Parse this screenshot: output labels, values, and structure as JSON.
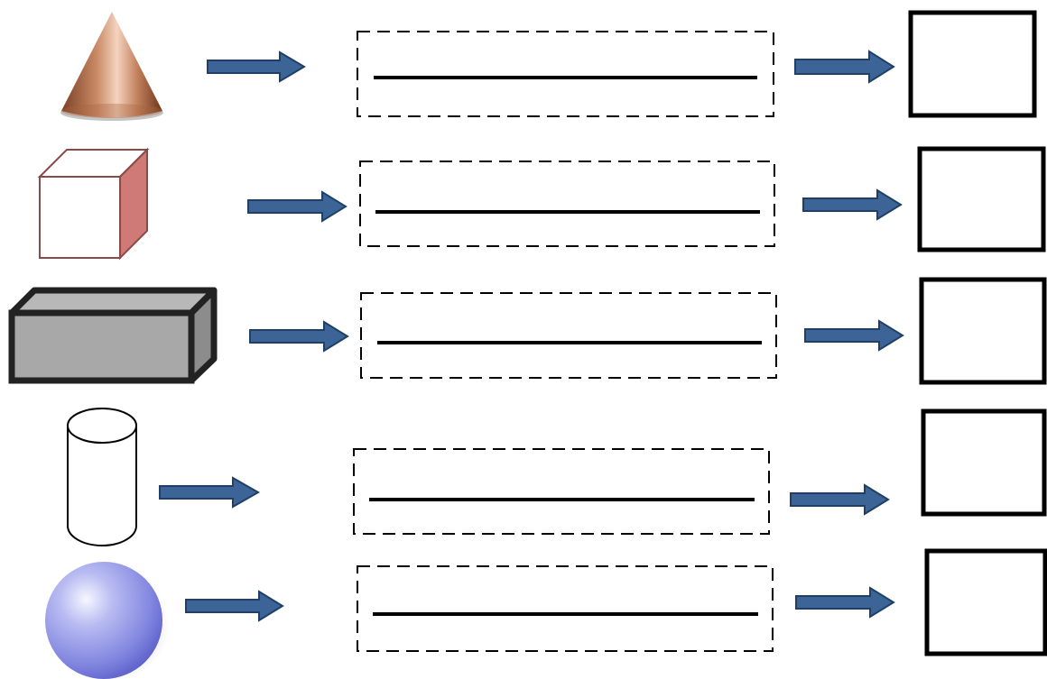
{
  "colors": {
    "background": "#ffffff",
    "arrow_fill": "#3d6496",
    "arrow_stroke": "#1f3f66",
    "line": "#000000",
    "dashed_box": "#000000",
    "answer_box": "#000000"
  },
  "rows": [
    {
      "shape": "cone",
      "shape_icon": "cone-icon"
    },
    {
      "shape": "cube",
      "shape_icon": "cube-icon"
    },
    {
      "shape": "cuboid",
      "shape_icon": "cuboid-icon"
    },
    {
      "shape": "cylinder",
      "shape_icon": "cylinder-icon"
    },
    {
      "shape": "sphere",
      "shape_icon": "sphere-icon"
    }
  ]
}
